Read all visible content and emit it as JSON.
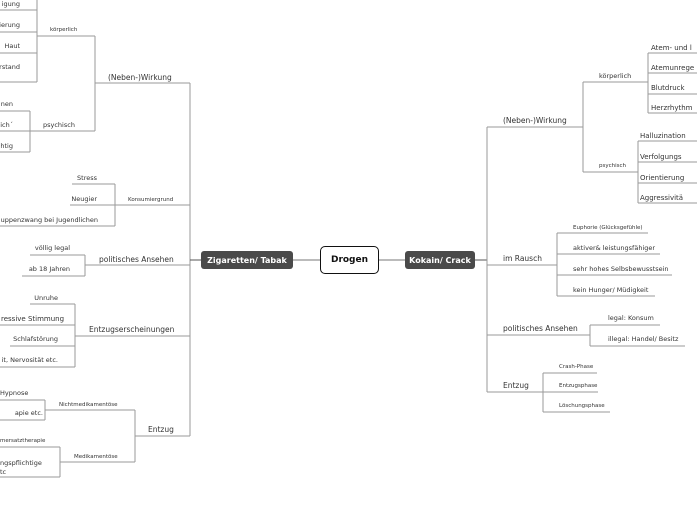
{
  "root": "Drogen",
  "left": {
    "title": "Zigaretten/ Tabak",
    "wirkung": {
      "label": "(Neben-)Wirkung",
      "koerperlich": {
        "label": "körperlich",
        "items": [
          "igung",
          "ierung",
          "Haut",
          "rstand"
        ]
      },
      "psychisch": {
        "label": "psychisch",
        "items": [
          "nen",
          "ich´",
          "htig"
        ]
      }
    },
    "konsumgrund": {
      "label": "Konsumiergrund",
      "items": [
        "Stress",
        "Neugier",
        "uppenzwang bei Jugendlichen"
      ]
    },
    "politisch": {
      "label": "politisches Ansehen",
      "items": [
        "völlig legal",
        "ab 18 Jahren"
      ]
    },
    "entzugserscheinungen": {
      "label": "Entzugserscheinungen",
      "items": [
        "Unruhe",
        "ressive Stimmung",
        "Schlafstörung",
        "it, Nervosität etc."
      ]
    },
    "entzug": {
      "label": "Entzug",
      "nicht": {
        "label": "Nichtmedikamentöse",
        "items": [
          "Hypnose",
          "apie etc."
        ]
      },
      "med": {
        "label": "Medikamentöse",
        "items": [
          "mersatztherapie",
          "ngspflichtige",
          "tc"
        ]
      }
    }
  },
  "right": {
    "title": "Kokain/ Crack",
    "wirkung": {
      "label": "(Neben-)Wirkung",
      "koerperlich": {
        "label": "körperlich",
        "items": [
          "Atem- und l",
          "Atemunrege",
          "Blutdruck",
          "Herzrhythm"
        ]
      },
      "psychisch": {
        "label": "psychisch",
        "items": [
          "Halluzination",
          "Verfolgungs",
          "Orientierung",
          "Aggressivitä"
        ]
      }
    },
    "rausch": {
      "label": "im Rausch",
      "items": [
        "Euphorie (Glücksgefühle)",
        "aktiver& leistungsfähiger",
        "sehr hohes Selbsbewusstsein",
        "kein Hunger/ Müdigkeit"
      ]
    },
    "politisch": {
      "label": "politisches Ansehen",
      "items": [
        "legal: Konsum",
        "illegal: Handel/ Besitz"
      ]
    },
    "entzug": {
      "label": "Entzug",
      "items": [
        "Crash-Phase",
        "Entzugsphase",
        "Löschungsphase"
      ]
    }
  }
}
